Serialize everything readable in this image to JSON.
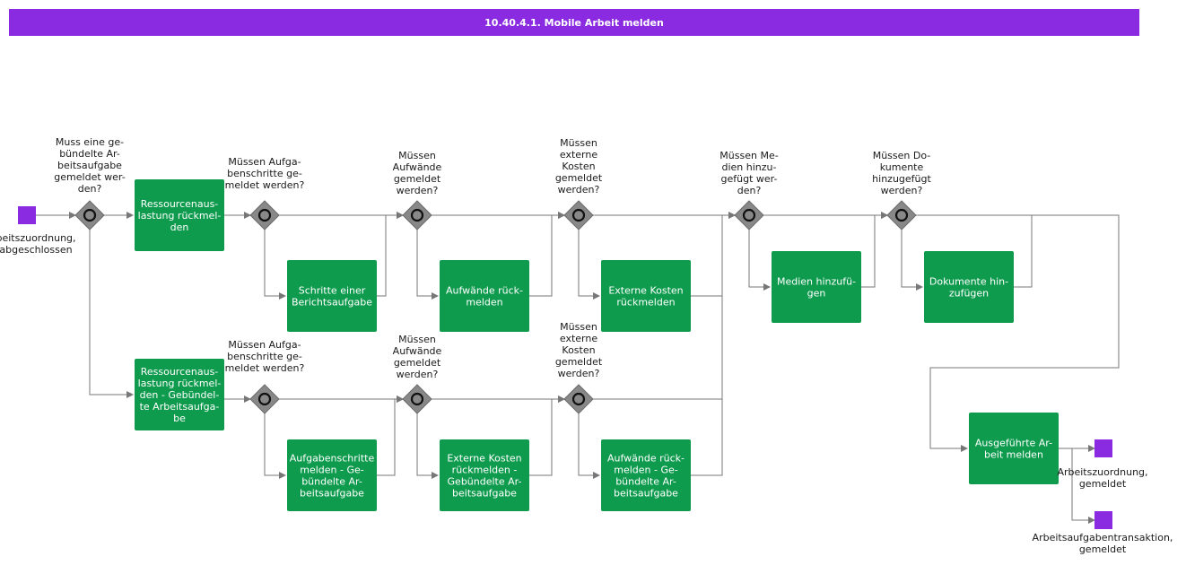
{
  "title": "10.40.4.1. Mobile Arbeit melden",
  "colors": {
    "title_bar": "#8a2be2",
    "task": "#0f9b4e",
    "event": "#8a2be2",
    "gateway": "#888888",
    "flow": "#777777"
  },
  "events": [
    {
      "id": "start",
      "lines": [
        "beitszuordnung,",
        "abgeschlossen"
      ]
    },
    {
      "id": "end1",
      "lines": [
        "Arbeitszuordnung,",
        "gemeldet"
      ]
    },
    {
      "id": "end2",
      "lines": [
        "Arbeitsaufgabentransaktion,",
        "gemeldet"
      ]
    }
  ],
  "tasks": [
    {
      "id": "t1",
      "lines": [
        "Ressourcenaus-",
        "lastung rückmel-",
        "den"
      ]
    },
    {
      "id": "t2",
      "lines": [
        "Schritte einer",
        "Berichtsaufgabe"
      ]
    },
    {
      "id": "t3",
      "lines": [
        "Aufwände rück-",
        "melden"
      ]
    },
    {
      "id": "t4",
      "lines": [
        "Externe Kosten",
        "rückmelden"
      ]
    },
    {
      "id": "t5",
      "lines": [
        "Medien hinzufü-",
        "gen"
      ]
    },
    {
      "id": "t6",
      "lines": [
        "Dokumente hin-",
        "zufügen"
      ]
    },
    {
      "id": "t7",
      "lines": [
        "Ressourcenaus-",
        "lastung rückmel-",
        "den - Gebündel-",
        "te Arbeitsaufga-",
        "be"
      ]
    },
    {
      "id": "t8",
      "lines": [
        "Aufgabenschritte",
        "melden - Ge-",
        "bündelte Ar-",
        "beitsaufgabe"
      ]
    },
    {
      "id": "t9",
      "lines": [
        "Externe Kosten",
        "rückmelden -",
        "Gebündelte Ar-",
        "beitsaufgabe"
      ]
    },
    {
      "id": "t10",
      "lines": [
        "Aufwände rück-",
        "melden - Ge-",
        "bündelte Ar-",
        "beitsaufgabe"
      ]
    },
    {
      "id": "t11",
      "lines": [
        "Ausgeführte Ar-",
        "beit melden"
      ]
    }
  ],
  "gateways": [
    {
      "id": "g1",
      "lines": [
        "Muss eine ge-",
        "bündelte Ar-",
        "beitsaufgabe",
        "gemeldet wer-",
        "den?"
      ]
    },
    {
      "id": "g2",
      "lines": [
        "Müssen Aufga-",
        "benschritte ge-",
        "meldet werden?"
      ]
    },
    {
      "id": "g3",
      "lines": [
        "Müssen",
        "Aufwände",
        "gemeldet",
        "werden?"
      ]
    },
    {
      "id": "g4",
      "lines": [
        "Müssen",
        "externe",
        "Kosten",
        "gemeldet",
        "werden?"
      ]
    },
    {
      "id": "g5",
      "lines": [
        "Müssen Me-",
        "dien hinzu-",
        "gefügt wer-",
        "den?"
      ]
    },
    {
      "id": "g6",
      "lines": [
        "Müssen Do-",
        "kumente",
        "hinzugefügt",
        "werden?"
      ]
    },
    {
      "id": "g7",
      "lines": [
        "Müssen Aufga-",
        "benschritte ge-",
        "meldet werden?"
      ]
    },
    {
      "id": "g8",
      "lines": [
        "Müssen",
        "Aufwände",
        "gemeldet",
        "werden?"
      ]
    },
    {
      "id": "g9",
      "lines": [
        "Müssen",
        "externe",
        "Kosten",
        "gemeldet",
        "werden?"
      ]
    }
  ]
}
